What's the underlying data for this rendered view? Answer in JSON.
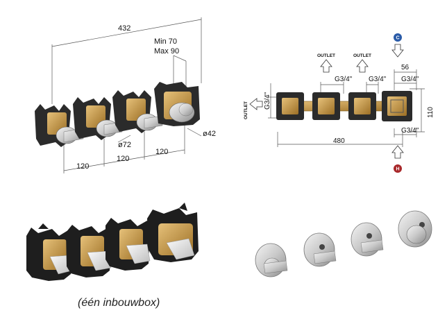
{
  "iso_drawing": {
    "overall_length": "432",
    "depth_min": "Min 70",
    "depth_max": "Max 90",
    "spacing_1": "120",
    "spacing_2": "120",
    "spacing_3": "120",
    "rosette_diameter": "ø72",
    "handle_diameter": "ø42"
  },
  "schematic": {
    "outlet_label_left": "OUTLET",
    "outlet_label_1": "OUTLET",
    "outlet_label_2": "OUTLET",
    "thread_left": "G3/4\"",
    "thread_1": "G3/4\"",
    "thread_2": "G3/4\"",
    "thread_3": "G3/4\"",
    "thread_bottom": "G3/4\"",
    "height": "110",
    "width_small": "56",
    "total_width": "480",
    "cold_badge": "C",
    "hot_badge": "H"
  },
  "colors": {
    "cold": "#2a5ba8",
    "hot": "#a8282a",
    "brass": "#b8893a",
    "box_dark": "#2b2b2b"
  },
  "caption": "(één inbouwbox)"
}
